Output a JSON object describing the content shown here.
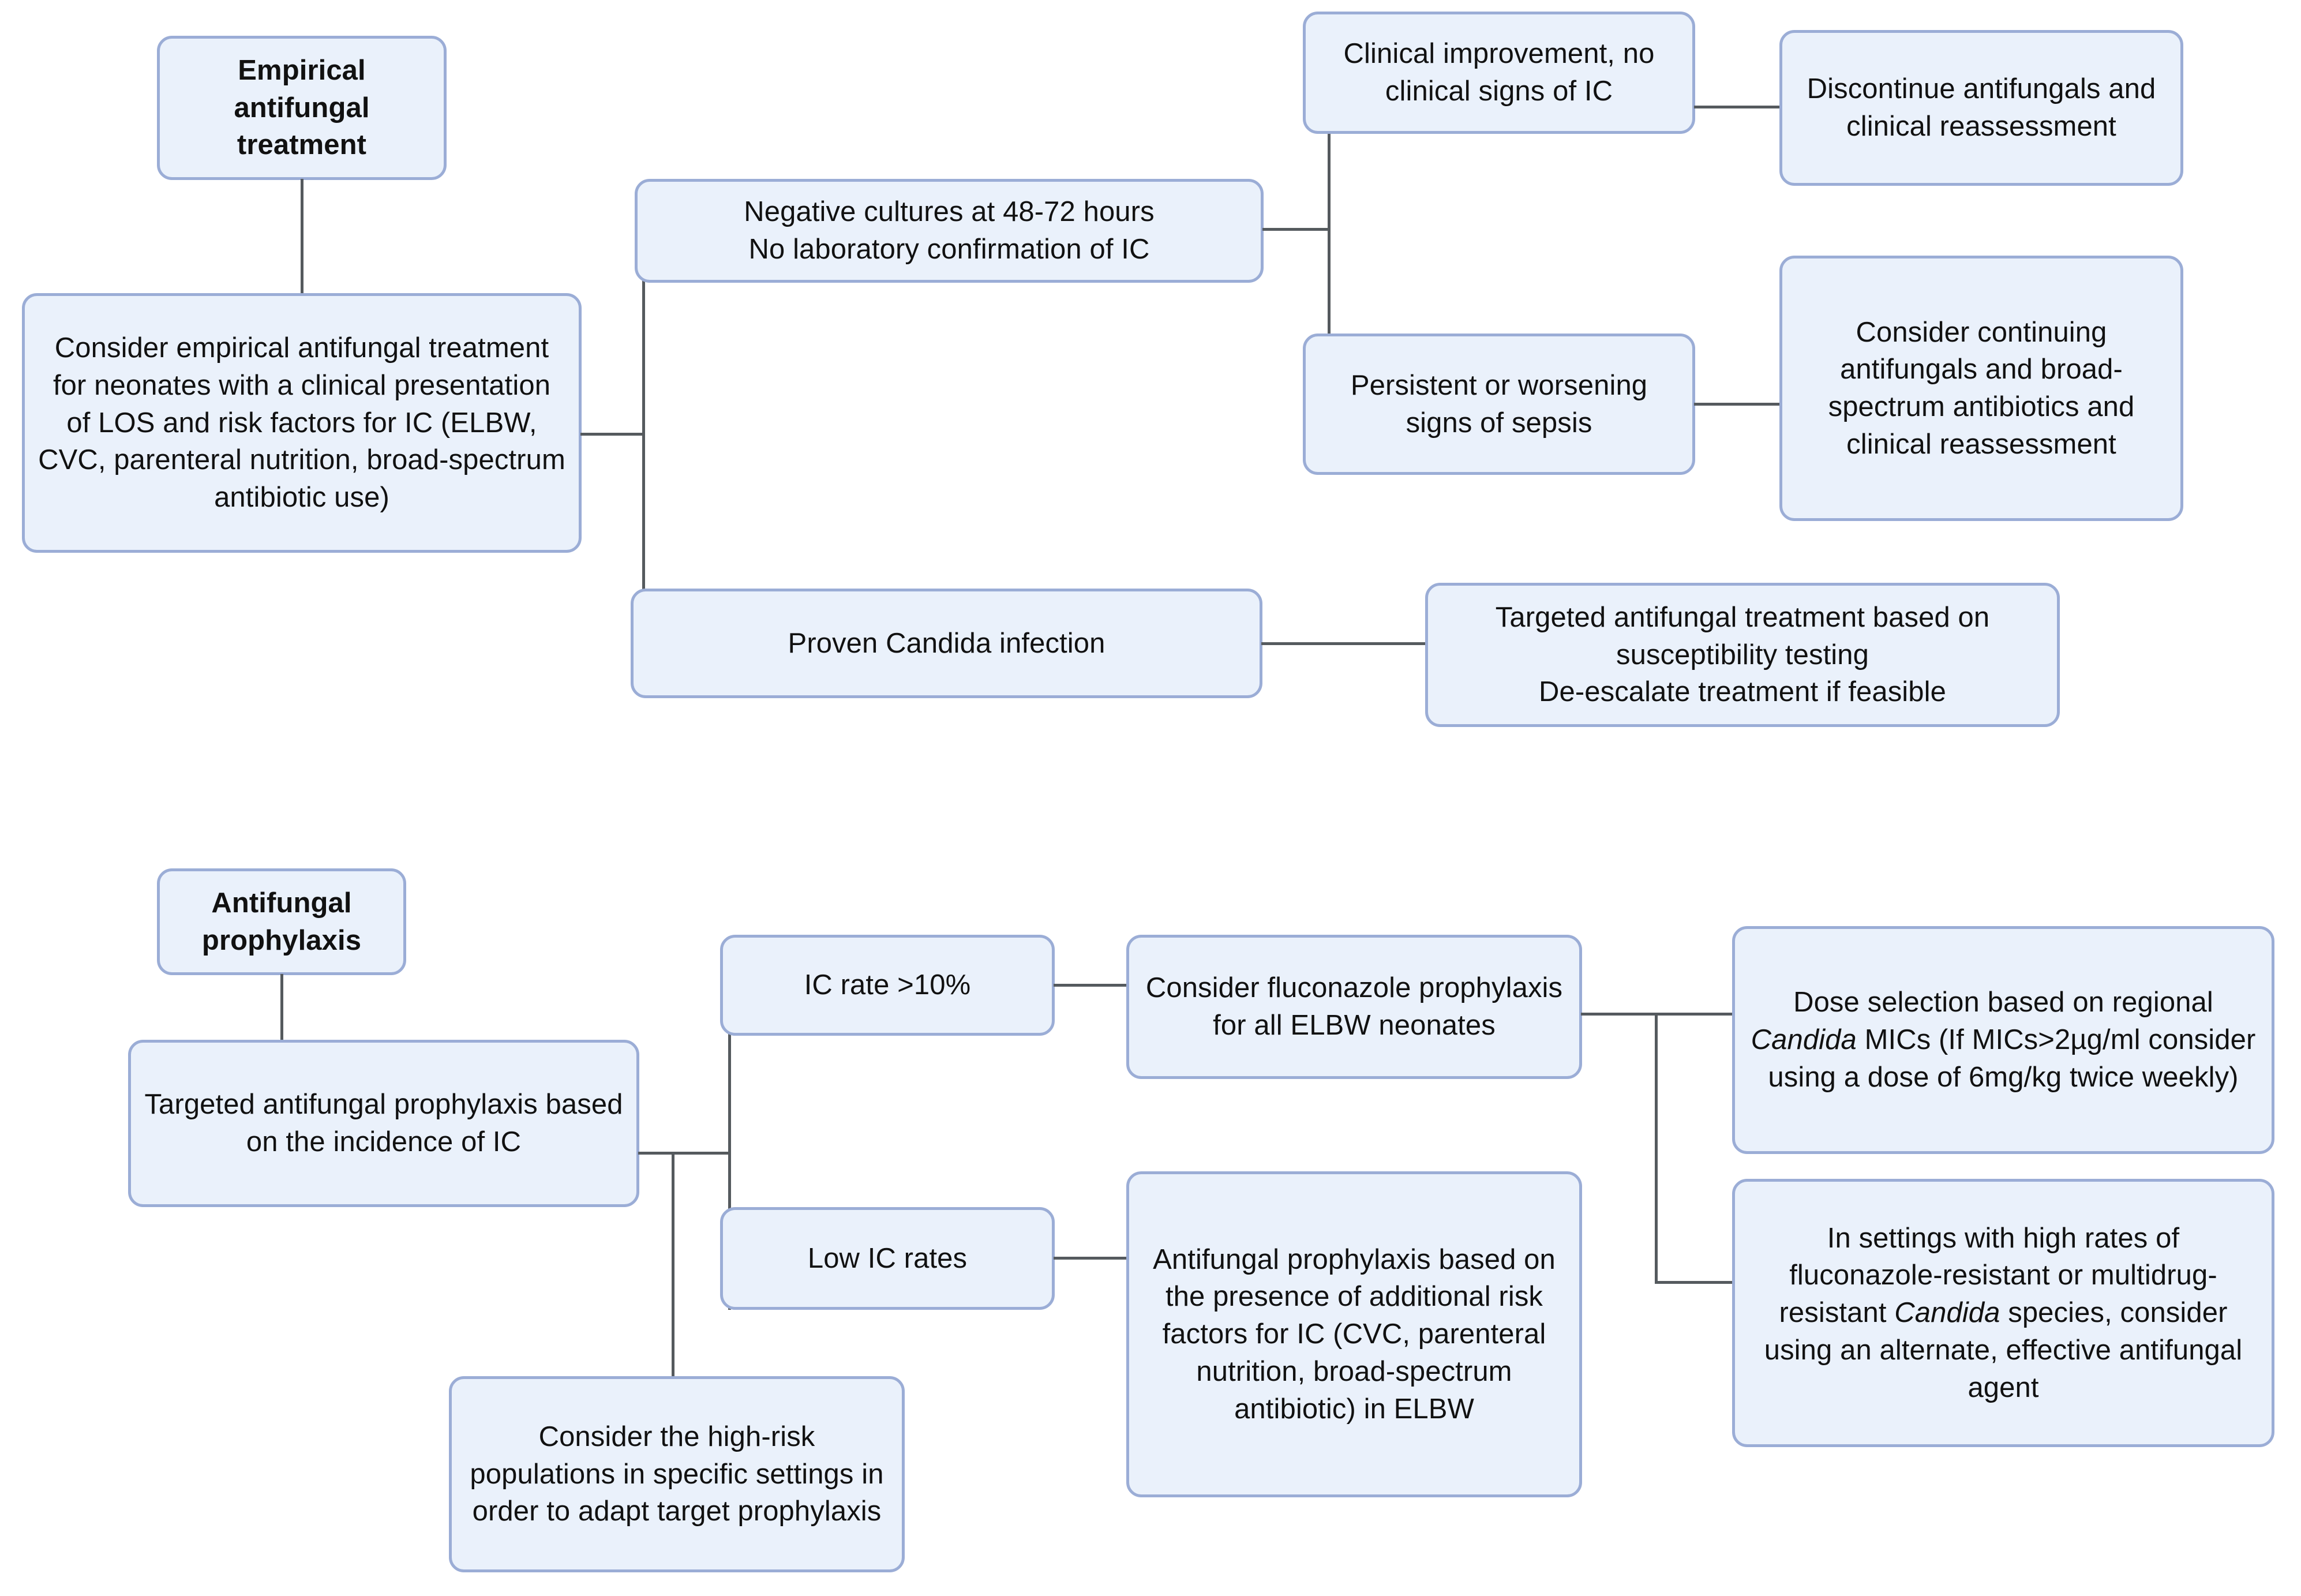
{
  "diagram": {
    "title_hidden": "",
    "colors": {
      "node_fill": "#eaf1fb",
      "node_border": "#9badd6",
      "edge": "#555a5e",
      "text": "#111111",
      "background": "#ffffff"
    },
    "sections": [
      {
        "id": "empirical-antifungal-treatment",
        "header": "Empirical\nantifungal\ntreatment",
        "nodes": [
          {
            "id": "consider-empirical-treatment",
            "text": "Consider empirical antifungal treatment for neonates with a clinical presentation of LOS and risk factors for IC (ELBW, CVC, parenteral nutrition, broad-spectrum antibiotic use)"
          },
          {
            "id": "negative-cultures",
            "text": "Negative cultures at 48-72 hours\nNo laboratory confirmation of IC"
          },
          {
            "id": "clinical-improvement",
            "text": "Clinical improvement, no clinical signs of IC"
          },
          {
            "id": "discontinue-antifungals",
            "text": "Discontinue antifungals and clinical reassessment"
          },
          {
            "id": "persistent-worsening-sepsis",
            "text": "Persistent or worsening signs of sepsis"
          },
          {
            "id": "consider-continuing-antifungals",
            "text": "Consider continuing antifungals and broad-spectrum antibiotics and clinical reassessment"
          },
          {
            "id": "proven-candida-infection",
            "text": "Proven Candida infection"
          },
          {
            "id": "targeted-antifungal-treatment",
            "text": "Targeted antifungal treatment based on susceptibility testing\nDe-escalate treatment if feasible"
          }
        ]
      },
      {
        "id": "antifungal-prophylaxis",
        "header": "Antifungal\nprophylaxis",
        "nodes": [
          {
            "id": "targeted-prophylaxis-incidence",
            "text": "Targeted antifungal prophylaxis based on the incidence of IC"
          },
          {
            "id": "ic-rate-over-10",
            "text": "IC rate >10%"
          },
          {
            "id": "consider-fluconazole-prophylaxis",
            "text": "Consider fluconazole prophylaxis for all ELBW neonates"
          },
          {
            "id": "dose-selection-mics",
            "text_parts": [
              {
                "t": "Dose selection based on regional ",
                "i": false
              },
              {
                "t": "Candida",
                "i": true
              },
              {
                "t": " MICs (If MICs>2µg/ml consider using a dose of 6mg/kg twice weekly)",
                "i": false
              }
            ]
          },
          {
            "id": "low-ic-rates",
            "text": "Low IC rates"
          },
          {
            "id": "prophylaxis-additional-risk-factors",
            "text": "Antifungal prophylaxis based on the presence of additional risk factors for IC (CVC, parenteral nutrition, broad-spectrum antibiotic) in ELBW"
          },
          {
            "id": "resistant-candida-alternate-agent",
            "text_parts": [
              {
                "t": "In settings with high rates of fluconazole-resistant or multidrug-resistant ",
                "i": false
              },
              {
                "t": "Candida",
                "i": true
              },
              {
                "t": " species, consider using an alternate, effective antifungal agent",
                "i": false
              }
            ]
          },
          {
            "id": "high-risk-populations",
            "text": "Consider the high-risk populations in specific settings in order to adapt target prophylaxis"
          }
        ]
      }
    ]
  }
}
